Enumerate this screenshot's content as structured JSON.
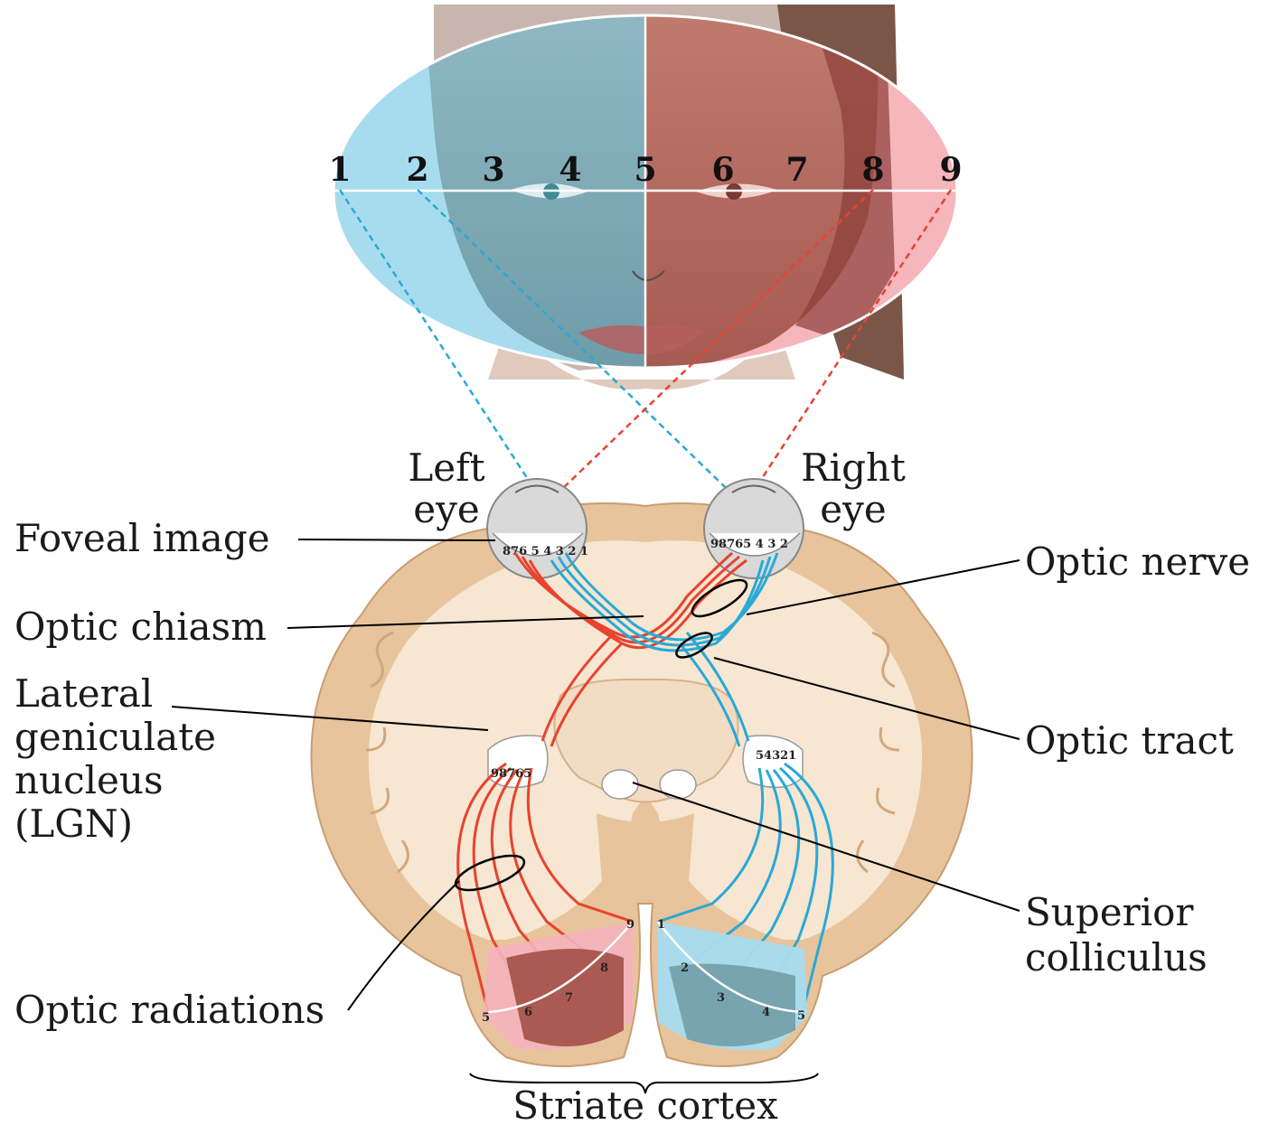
{
  "field_numbers": [
    "1",
    "2",
    "3",
    "4",
    "5",
    "6",
    "7",
    "8",
    "9"
  ],
  "labels": {
    "left_eye_line1": "Left",
    "left_eye_line2": "eye",
    "right_eye_line1": "Right",
    "right_eye_line2": "eye",
    "foveal_image": "Foveal image",
    "optic_nerve": "Optic nerve",
    "optic_chiasm": "Optic chiasm",
    "lgn_line1": "Lateral",
    "lgn_line2": "geniculate",
    "lgn_line3": "nucleus",
    "lgn_line4": "(LGN)",
    "optic_tract": "Optic tract",
    "superior_colliculus_line1": "Superior",
    "superior_colliculus_line2": "colliculus",
    "optic_radiations": "Optic radiations",
    "striate_cortex": "Striate cortex"
  },
  "left_eye_retina_numbers": "876 5 4 3 2 1",
  "right_eye_retina_numbers": "98765 4 3 2",
  "left_lgn_numbers": "98765",
  "right_lgn_numbers": "54321",
  "cortex_left_numbers": [
    "9",
    "8",
    "7",
    "6",
    "5"
  ],
  "cortex_right_numbers": [
    "1",
    "2",
    "3",
    "4",
    "5"
  ],
  "colors": {
    "left_field": "#9fd6ea",
    "right_field": "#f0a0a8",
    "blue_fiber": "#29a9d6",
    "red_fiber": "#e8432e",
    "brain_tissue": "#e9c9a4",
    "brain_inner": "#f5e7d4"
  }
}
